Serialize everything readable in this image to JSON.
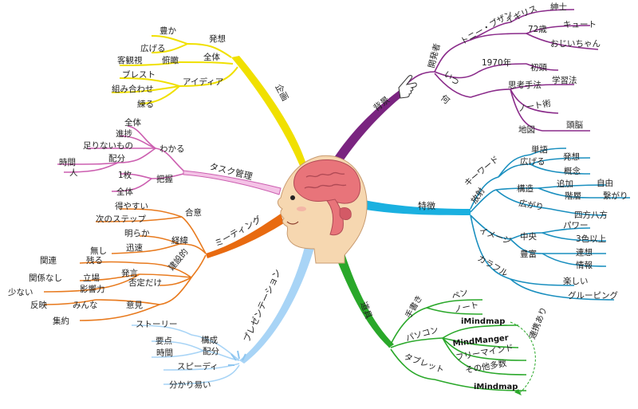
{
  "branches": {
    "kikaku": {
      "label": "企画",
      "color": "#f0e000",
      "nodes": {
        "hasso": "発想",
        "yutaka": "豊か",
        "hirogeru": "広げる",
        "zentai": "全体",
        "fukan": "俯瞰",
        "kyakkanshi": "客観視",
        "idea": "アイディア",
        "brest": "ブレスト",
        "kumiawase": "組み合わせ",
        "neru": "練る"
      }
    },
    "task": {
      "label": "タスク管理",
      "color": "#cc5fb0",
      "nodes": {
        "wakaru": "わかる",
        "zentai": "全体",
        "shinchoku": "進捗",
        "tarinai": "足りないもの",
        "haibun": "配分",
        "jikan": "時間",
        "hito": "人",
        "haaku": "把握",
        "ichimai": "1枚",
        "zentai2": "全体"
      }
    },
    "meeting": {
      "label": "ミーティング",
      "color": "#e87a1e",
      "nodes": {
        "goi": "合意",
        "etteyasui": "得やすい",
        "next": "次のステップ",
        "keii": "経緯",
        "akiraka": "明らか",
        "jinsoku": "迅速",
        "nashi": "無し",
        "kensetsu": "建設的",
        "nokoru": "残る",
        "kanren": "関連",
        "hatsugen": "発言",
        "tachiba": "立場",
        "kankeinashi": "関係なし",
        "eikyo": "影響力",
        "sukunai": "少ない",
        "hitei": "否定だけ",
        "iken": "意見",
        "minna": "みんな",
        "hanei": "反映",
        "shuyaku": "集約"
      }
    },
    "presen": {
      "label": "プレゼンテーション",
      "color": "#8ec6f0",
      "nodes": {
        "story": "ストーリー",
        "kosei": "構成",
        "yoten": "要点",
        "haibun": "配分",
        "jikan": "時間",
        "speedy": "スピーディ",
        "wakariyasui": "分かり易い"
      }
    },
    "dogu": {
      "label": "道具",
      "color": "#2aa82a",
      "nodes": {
        "tegaki": "手書き",
        "pen": "ペン",
        "note": "ノート",
        "pasokon": "パソコン",
        "imindmap1": "iMindmap",
        "mindmanager": "MindManger",
        "freemind": "フリーマインド",
        "sonota": "その他多数",
        "tablet": "タブレット",
        "imindmap2": "iMindmap",
        "renkei": "連携あり"
      }
    },
    "tokucho": {
      "label": "特徴",
      "color": "#1a8fbf",
      "nodes": {
        "keyword": "キーワード",
        "tango": "単語",
        "hirogeru": "広げる",
        "hasso": "発想",
        "gainen": "概念",
        "hoshaku": "放射",
        "kozo": "構造",
        "tsuika": "追加",
        "jiyu": "自由",
        "kaiso": "階層",
        "tsunagari": "繋がり",
        "hirogari": "広がり",
        "shiho": "四方八方",
        "image": "イメージ",
        "chuo": "中央",
        "power": "パワー",
        "sanshoku": "3色以上",
        "hofu": "豊富",
        "rensou": "連想",
        "joho": "情報",
        "colorful": "カラフル",
        "tanoshii": "楽しい",
        "grouping": "グルーピング"
      }
    },
    "haikei": {
      "label": "背景",
      "color": "#8a2b8a",
      "nodes": {
        "kaihatsusha": "開発者",
        "tony": "トニー・ブザン",
        "igirisu": "イギリス",
        "shinshi": "紳士",
        "age": "72歳",
        "cute": "キュート",
        "ojiisan": "おじいちゃん",
        "itsu": "いつ",
        "year": "1970年",
        "shotou": "初頭",
        "nani": "何",
        "shiko": "思考手法",
        "gakushu": "学習法",
        "notejutsu": "ノート術",
        "chizu": "地図",
        "zuno": "頭脳"
      }
    }
  }
}
